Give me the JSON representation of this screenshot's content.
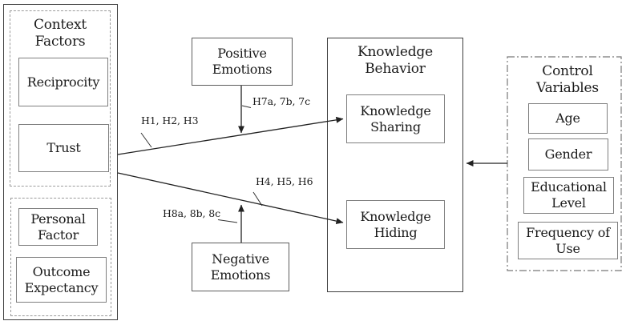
{
  "colors": {
    "background": "#ffffff",
    "text": "#1a1a1a",
    "panel_border": "#3f3f3f",
    "node_border": "#7f7f7f",
    "dashed_border": "#9a9a9a",
    "arrow": "#222222"
  },
  "groups": {
    "context": {
      "title": "Context Factors",
      "items": [
        {
          "label": "Reciprocity"
        },
        {
          "label": "Trust"
        }
      ]
    },
    "personal": {
      "items": [
        {
          "label": "Personal Factor"
        },
        {
          "label": "Outcome Expectancy"
        }
      ]
    },
    "knowledge_behavior": {
      "title": "Knowledge Behavior",
      "items": [
        {
          "label": "Knowledge Sharing"
        },
        {
          "label": "Knowledge Hiding"
        }
      ]
    },
    "control": {
      "title": "Control Variables",
      "items": [
        "Age",
        "Gender",
        "Educational Level",
        "Frequency of Use"
      ]
    }
  },
  "mediators": {
    "positive": "Positive Emotions",
    "negative": "Negative Emotions"
  },
  "hypotheses": {
    "h123": "H1, H2, H3",
    "h7": "H7a, 7b, 7c",
    "h456": "H4, H5, H6",
    "h8": "H8a, 8b, 8c"
  }
}
